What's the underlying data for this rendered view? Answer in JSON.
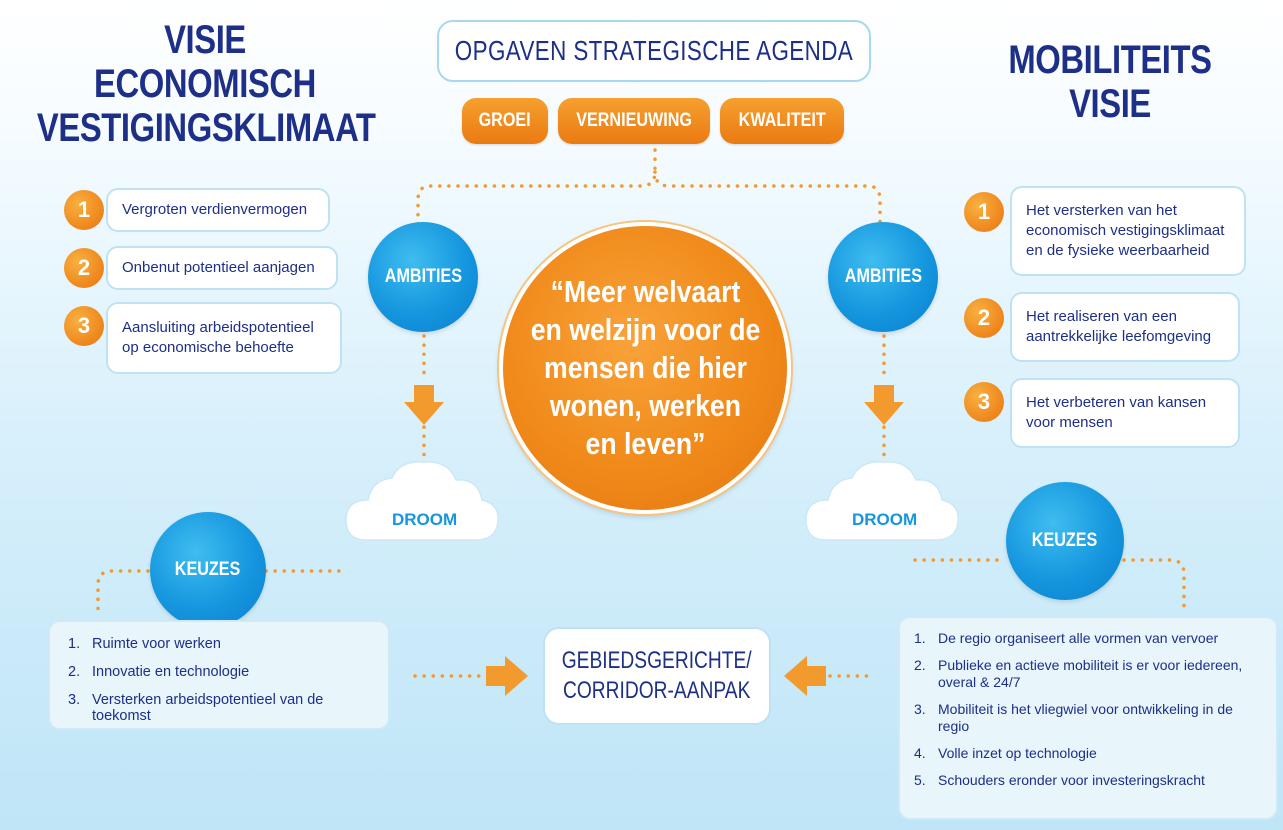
{
  "left_title": [
    "VISIE",
    "ECONOMISCH",
    "VESTIGINGSKLIMAAT"
  ],
  "right_title": [
    "MOBILITEITS",
    "VISIE"
  ],
  "agenda_title": "OPGAVEN STRATEGISCHE AGENDA",
  "agenda_pills": [
    "GROEI",
    "VERNIEUWING",
    "KWALITEIT"
  ],
  "left_ambitions": [
    {
      "num": "1",
      "text": "Vergroten verdienvermogen"
    },
    {
      "num": "2",
      "text": "Onbenut potentieel aanjagen"
    },
    {
      "num": "3",
      "text": "Aansluiting arbeidspotentieel op economische behoefte"
    }
  ],
  "right_ambitions": [
    {
      "num": "1",
      "text": "Het versterken van het economisch vestigingsklimaat en de fysieke weerbaarheid"
    },
    {
      "num": "2",
      "text": "Het realiseren van een aantrekkelijke leefomgeving"
    },
    {
      "num": "3",
      "text": "Het verbeteren van kansen voor mensen"
    }
  ],
  "ambities_label": "AMBITIES",
  "keuzes_label": "KEUZES",
  "droom_label": "DROOM",
  "center_quote": "“Meer welvaart\nen welzijn voor de\nmensen die hier\nwonen, werken\nen leven”",
  "left_choices": [
    {
      "num": "1.",
      "text": "Ruimte voor werken"
    },
    {
      "num": "2.",
      "text": "Innovatie en technologie"
    },
    {
      "num": "3.",
      "text": "Versterken arbeidspotentieel van de toekomst"
    }
  ],
  "right_choices": [
    {
      "num": "1.",
      "text": "De regio organiseert alle vormen van vervoer"
    },
    {
      "num": "2.",
      "text": "Publieke en actieve mobiliteit is er voor iedereen, overal & 24/7"
    },
    {
      "num": "3.",
      "text": "Mobiliteit is het vliegwiel voor ontwikkeling in de regio"
    },
    {
      "num": "4.",
      "text": "Volle inzet op technologie"
    },
    {
      "num": "5.",
      "text": "Schouders eronder voor investeringskracht"
    }
  ],
  "center_box": "GEBIEDSGERICHTE/\nCORRIDOR-AANPAK",
  "colors": {
    "navy": "#1d2f87",
    "orange": "#f08a1a",
    "blue": "#1596de",
    "border": "#bfe2f2"
  }
}
